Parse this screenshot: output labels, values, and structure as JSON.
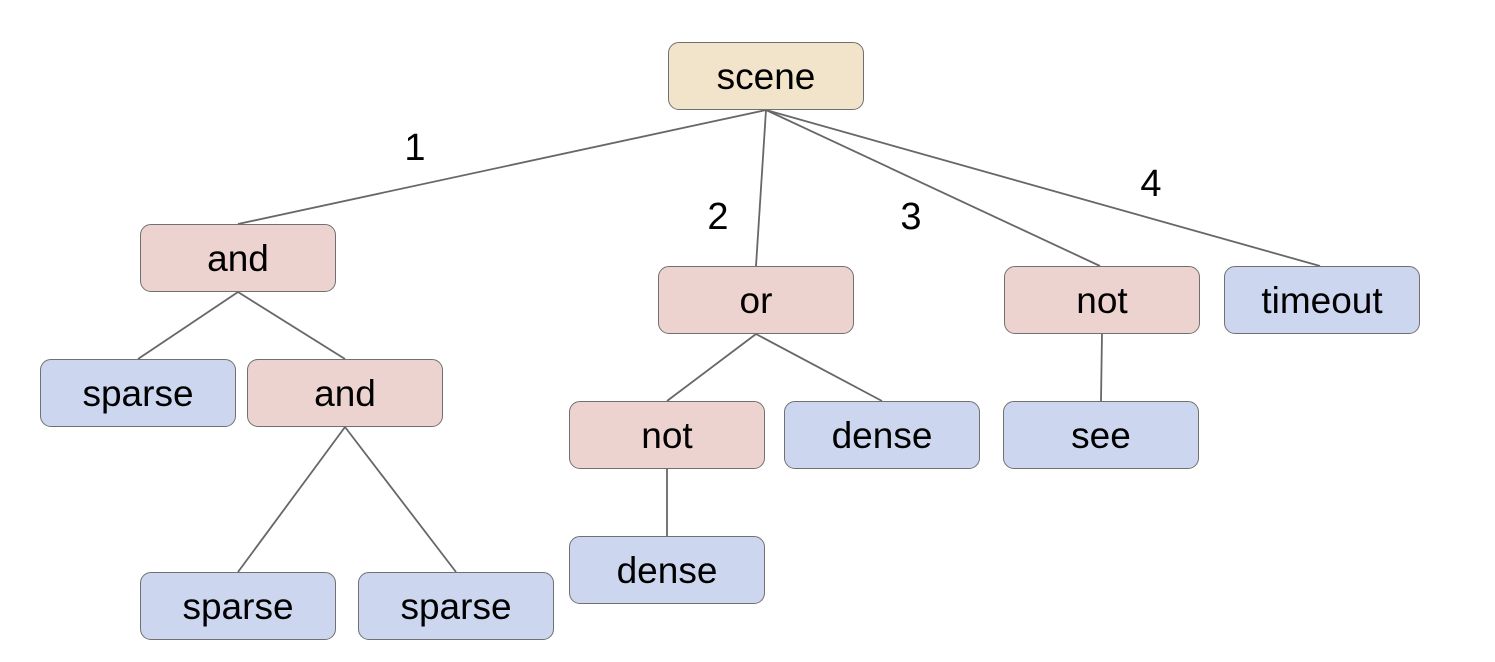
{
  "tree": {
    "label": "scene",
    "type": "root",
    "children": [
      {
        "edge": "1",
        "label": "and",
        "type": "operator",
        "children": [
          {
            "label": "sparse",
            "type": "leaf",
            "children": []
          },
          {
            "label": "and",
            "type": "operator",
            "children": [
              {
                "label": "sparse",
                "type": "leaf",
                "children": []
              },
              {
                "label": "sparse",
                "type": "leaf",
                "children": []
              }
            ]
          }
        ]
      },
      {
        "edge": "2",
        "label": "or",
        "type": "operator",
        "children": [
          {
            "label": "not",
            "type": "operator",
            "children": [
              {
                "label": "dense",
                "type": "leaf",
                "children": []
              }
            ]
          },
          {
            "label": "dense",
            "type": "leaf",
            "children": []
          }
        ]
      },
      {
        "edge": "3",
        "label": "not",
        "type": "operator",
        "children": [
          {
            "label": "see",
            "type": "leaf",
            "children": []
          }
        ]
      },
      {
        "edge": "4",
        "label": "timeout",
        "type": "leaf",
        "children": []
      }
    ]
  },
  "colors": {
    "root_fill": "#f2e4cb",
    "operator_fill": "#edd3d0",
    "leaf_fill": "#ccd7ef",
    "node_border": "#707070",
    "edge_line": "#676767",
    "text": "#000000",
    "background": "#ffffff"
  }
}
